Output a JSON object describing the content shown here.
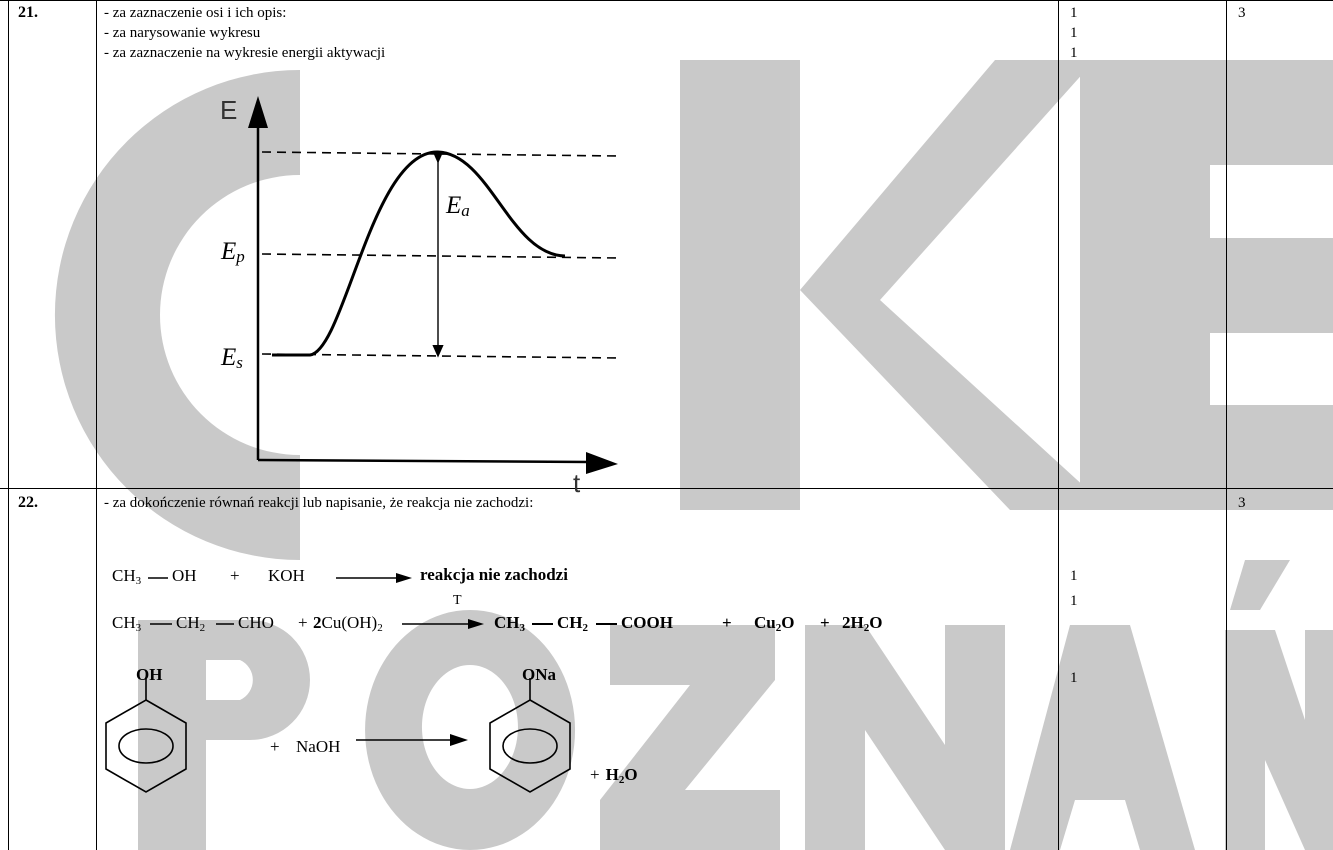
{
  "watermark": {
    "line1": "CKE",
    "line2": "POZNAŃ",
    "color": "#c9c9c9"
  },
  "rows": [
    {
      "number": "21.",
      "criteria": [
        "- za zaznaczenie osi i ich opis:",
        "- za narysowanie wykresu",
        "- za zaznaczenie na wykresie energii aktywacji"
      ],
      "points": [
        "1",
        "1",
        "1"
      ],
      "total": "3",
      "diagram": {
        "y_axis": "E",
        "x_axis": "t",
        "level_products": "E",
        "level_products_sub": "p",
        "level_substrates": "E",
        "level_substrates_sub": "s",
        "activation": "E",
        "activation_sub": "a"
      }
    },
    {
      "number": "22.",
      "criteria": [
        "- za dokończenie równań reakcji lub napisanie, że reakcja nie zachodzi:"
      ],
      "points": [
        "1",
        "1",
        "1"
      ],
      "total": "3",
      "reactions": {
        "r1": {
          "ch3": "CH",
          "ch3_sub": "3",
          "oh": "OH",
          "plus": "+",
          "koh": "KOH",
          "result": "reakcja nie zachodzi"
        },
        "r2": {
          "ch3": "CH",
          "ch3_sub": "3",
          "ch2": "CH",
          "ch2_sub": "2",
          "cho": "CHO",
          "plus": "+",
          "coef": "2",
          "cu": "Cu(OH)",
          "cu_sub": "2",
          "condition": "T",
          "p_ch3": "CH",
          "p_ch3_sub": "3",
          "p_ch2": "CH",
          "p_ch2_sub": "2",
          "p_cooh": "COOH",
          "plus2": "+",
          "cu2o": "Cu",
          "cu2o_sub": "2",
          "cu2o_o": "O",
          "plus3": "+",
          "water": "2H",
          "water_sub": "2",
          "water_o": "O"
        },
        "r3": {
          "oh": "OH",
          "plus": "+",
          "naoh": "NaOH",
          "ona": "ONa",
          "plus2": "+",
          "water": "H",
          "water_sub": "2",
          "water_o": "O"
        }
      }
    }
  ]
}
